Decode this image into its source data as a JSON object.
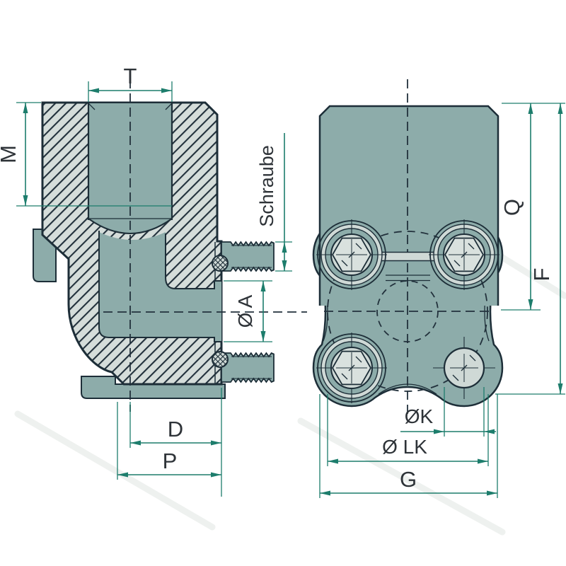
{
  "drawing": {
    "labels": {
      "top_thread_width": "T",
      "thread_depth": "M",
      "screw": "Schraube",
      "port_diameter": "Ø A",
      "neck_diameter": "D",
      "pilot_diameter": "P",
      "height_to_axis": "Q",
      "overall_height": "F",
      "bolt_hole_diameter": "ØK",
      "bolt_circle_diameter": "Ø LK",
      "flange_width": "G"
    },
    "colors": {
      "body_fill": "#8dacaa",
      "section_fill": "#d5ddda",
      "highlight_fill": "#cfd9d6",
      "outline": "#1d2e38",
      "dimension": "#1d7d6c",
      "label_text": "#2e3338",
      "background": "#ffffff"
    }
  }
}
